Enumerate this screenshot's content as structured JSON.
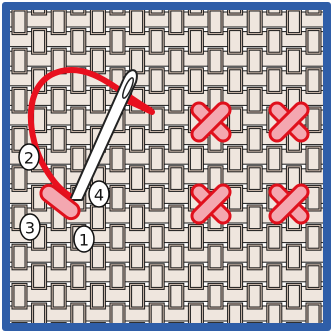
{
  "colors": {
    "frame": "#2f5ea8",
    "canvas_gap": "#ffffff",
    "weave_fill": "#efe6de",
    "weave_shadow": "#d8c3b5",
    "weave_outline": "#1a1a1a",
    "thread": "#e8101e",
    "stitch_fill": "#f4a7b0",
    "stitch_outline": "#e0101c",
    "needle_fill": "#ffffff",
    "needle_outline": "#222222"
  },
  "diagram": {
    "subject": "cross-stitch-on-woven-canvas",
    "step_labels": [
      "1",
      "2",
      "3",
      "4"
    ],
    "completed_crosses": 4,
    "icons": [
      "needle-icon",
      "thread-icon"
    ]
  }
}
